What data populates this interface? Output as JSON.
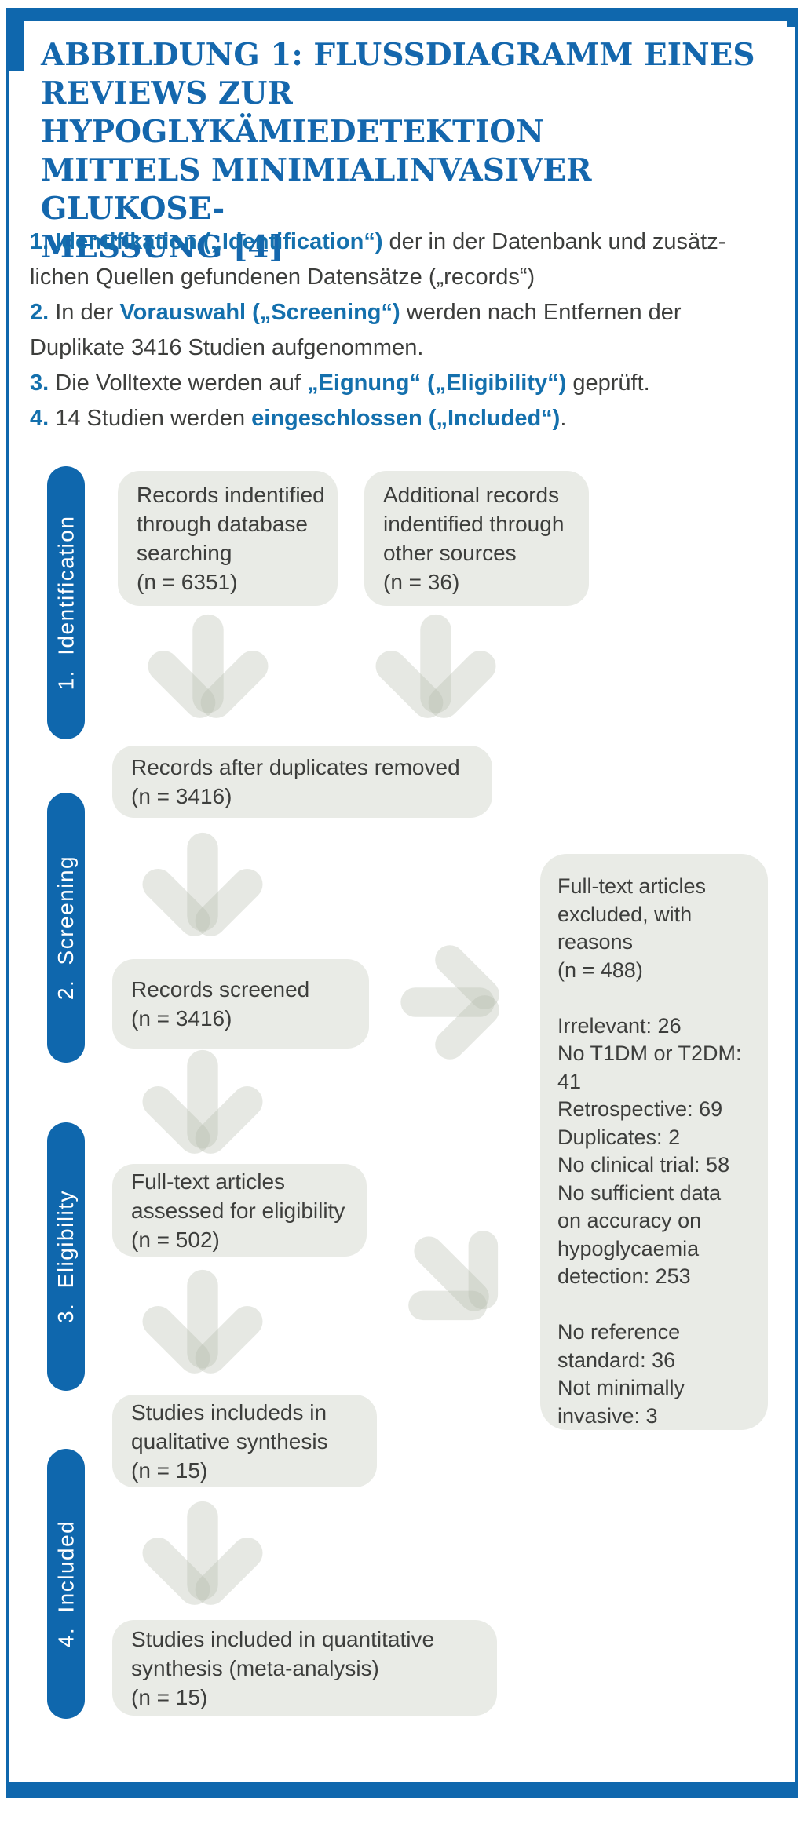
{
  "palette": {
    "accent_blue": "#0f67ad",
    "box_gray": "#e9ebe6",
    "arrow_gray": "#b6bcae",
    "text_dark": "#3d3e3c",
    "bar_label_white": "#ffffff"
  },
  "title": {
    "lines": [
      "ABBILDUNG 1: FLUSSDIAGRAMM EINES",
      "REVIEWS ZUR HYPOGLYKÄMIEDETEKTION",
      "MITTELS MINIMIALINVASIVER GLUKOSE-",
      "MESSUNG [4]"
    ]
  },
  "caption": {
    "lines": [
      [
        {
          "t": "1. Identifikation („Identification“)",
          "accent": true
        },
        {
          "t": " der in der Datenbank und zusätz-",
          "accent": false
        }
      ],
      [
        {
          "t": "lichen Quellen gefundenen Datensätze („records“)",
          "accent": false
        }
      ],
      [
        {
          "t": "2.",
          "accent": true
        },
        {
          "t": " In der ",
          "accent": false
        },
        {
          "t": "Vorauswahl („Screening“)",
          "accent": true
        },
        {
          "t": " werden nach Entfernen der",
          "accent": false
        }
      ],
      [
        {
          "t": "Duplikate 3416 Studien aufgenommen.",
          "accent": false
        }
      ],
      [
        {
          "t": "3.",
          "accent": true
        },
        {
          "t": " Die Volltexte werden auf ",
          "accent": false
        },
        {
          "t": "„Eignung“ („Eligibility“)",
          "accent": true
        },
        {
          "t": " geprüft.",
          "accent": false
        }
      ],
      [
        {
          "t": "4.",
          "accent": true
        },
        {
          "t": " 14 Studien werden ",
          "accent": false
        },
        {
          "t": "eingeschlossen („Included“)",
          "accent": true
        },
        {
          "t": ".",
          "accent": false
        }
      ]
    ]
  },
  "flow": {
    "stages": [
      {
        "id": "identification",
        "label": "1. Identification"
      },
      {
        "id": "screening",
        "label": "2. Screening"
      },
      {
        "id": "eligibility",
        "label": "3. Eligibility"
      },
      {
        "id": "included",
        "label": "4. Included"
      }
    ],
    "boxes": [
      {
        "id": "records-identified",
        "lines": [
          "Records indentified",
          "through database",
          "searching",
          "(n = 6351)"
        ]
      },
      {
        "id": "additional-records",
        "lines": [
          "Additional records",
          "indentified through",
          "other sources",
          "(n = 36)"
        ]
      },
      {
        "id": "duplicates-removed",
        "lines": [
          "Records after duplicates removed",
          "(n = 3416)"
        ]
      },
      {
        "id": "records-screened",
        "lines": [
          "Records screened",
          "(n = 3416)"
        ]
      },
      {
        "id": "fulltext-assessed",
        "lines": [
          "Full-text articles",
          "assessed for eligibility",
          "(n = 502)"
        ]
      },
      {
        "id": "qualitative-synthesis",
        "lines": [
          "Studies includeds in",
          "qualitative synthesis",
          "(n = 15)"
        ]
      },
      {
        "id": "quantitative-synthesis",
        "lines": [
          "Studies included in quantitative",
          "synthesis (meta-analysis)",
          "(n = 15)"
        ]
      },
      {
        "id": "fulltext-excluded",
        "lines": [
          "Full-text articles",
          "excluded, with",
          "reasons",
          "(n = 488)",
          "",
          "Irrelevant: 26",
          "No T1DM or T2DM:",
          "41",
          "Retrospective: 69",
          "Duplicates: 2",
          "No clinical trial: 58",
          "No sufficient data",
          "on accuracy on",
          "hypoglycaemia",
          "detection: 253",
          "",
          "No reference",
          "standard: 36",
          "Not minimally",
          "invasive: 3"
        ]
      }
    ],
    "arrows": [
      {
        "id": "identified-down",
        "direction": "down"
      },
      {
        "id": "additional-down",
        "direction": "down"
      },
      {
        "id": "duplicates-down",
        "direction": "down"
      },
      {
        "id": "screened-down",
        "direction": "down"
      },
      {
        "id": "assessed-down",
        "direction": "down"
      },
      {
        "id": "qualitative-down",
        "direction": "down"
      },
      {
        "id": "screened-right",
        "direction": "right"
      },
      {
        "id": "assessed-excluded",
        "direction": "down-right"
      }
    ]
  }
}
